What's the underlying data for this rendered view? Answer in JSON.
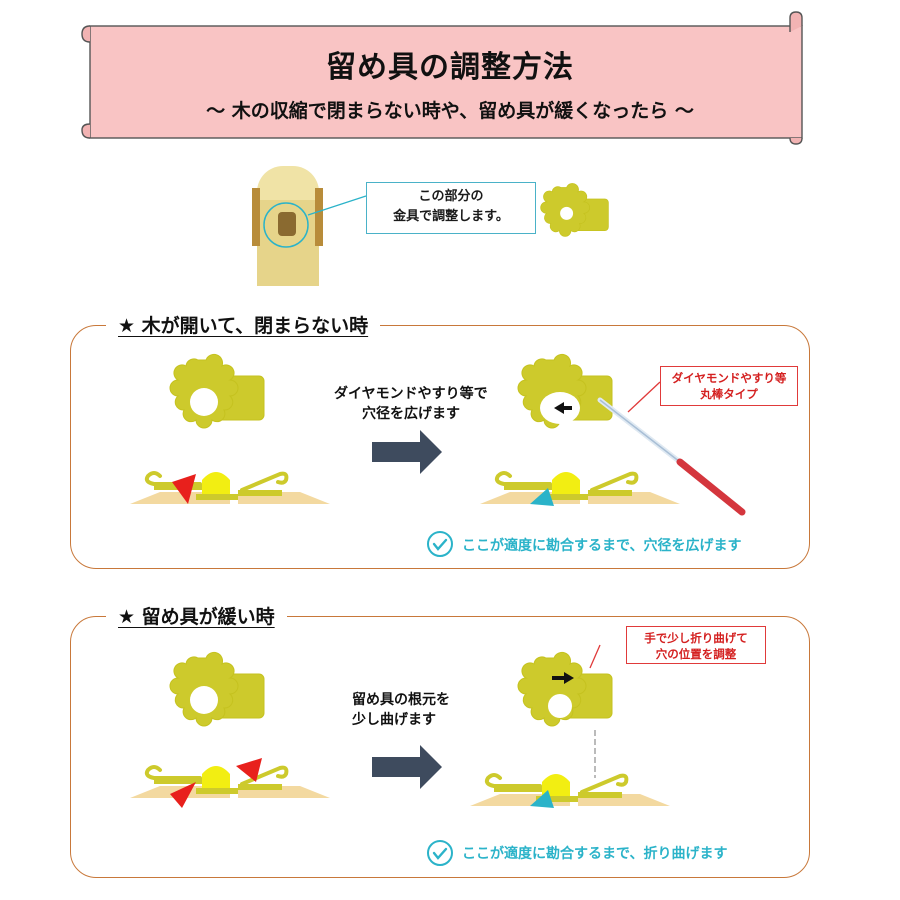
{
  "banner": {
    "title": "留め具の調整方法",
    "subtitle": "～  木の収縮で閉まらない時や、留め具が緩くなったら  ～"
  },
  "intro": {
    "callout_line1": "この部分の",
    "callout_line2": "金具で調整します。"
  },
  "section1": {
    "heading": "★ 木が開いて、閉まらない時",
    "step_line1": "ダイヤモンドやすり等で",
    "step_line2": "穴径を広げます",
    "note_line1": "ダイヤモンドやすり等",
    "note_line2": "丸棒タイプ",
    "check": "ここが適度に勘合するまで、穴径を広げます"
  },
  "section2": {
    "heading": "★ 留め具が緩い時",
    "step_line1": "留め具の根元を",
    "step_line2": "少し曲げます",
    "note_line1": "手で少し折り曲げて",
    "note_line2": "穴の位置を調整",
    "check": "ここが適度に勘合するまで、折り曲げます"
  },
  "colors": {
    "banner_fill": "#f9c4c4",
    "fitting_yellow": "#cdca2c",
    "section_border": "#c8783a",
    "accent_teal": "#2bb3c9",
    "arrow_slate": "#3e4b5e",
    "note_red": "#e03a3a"
  },
  "icons": [
    "scroll-banner",
    "check-circle-icon",
    "right-arrow-icon",
    "red-triangle-marker",
    "blue-triangle-marker",
    "black-arrow-icon",
    "round-file-icon"
  ]
}
